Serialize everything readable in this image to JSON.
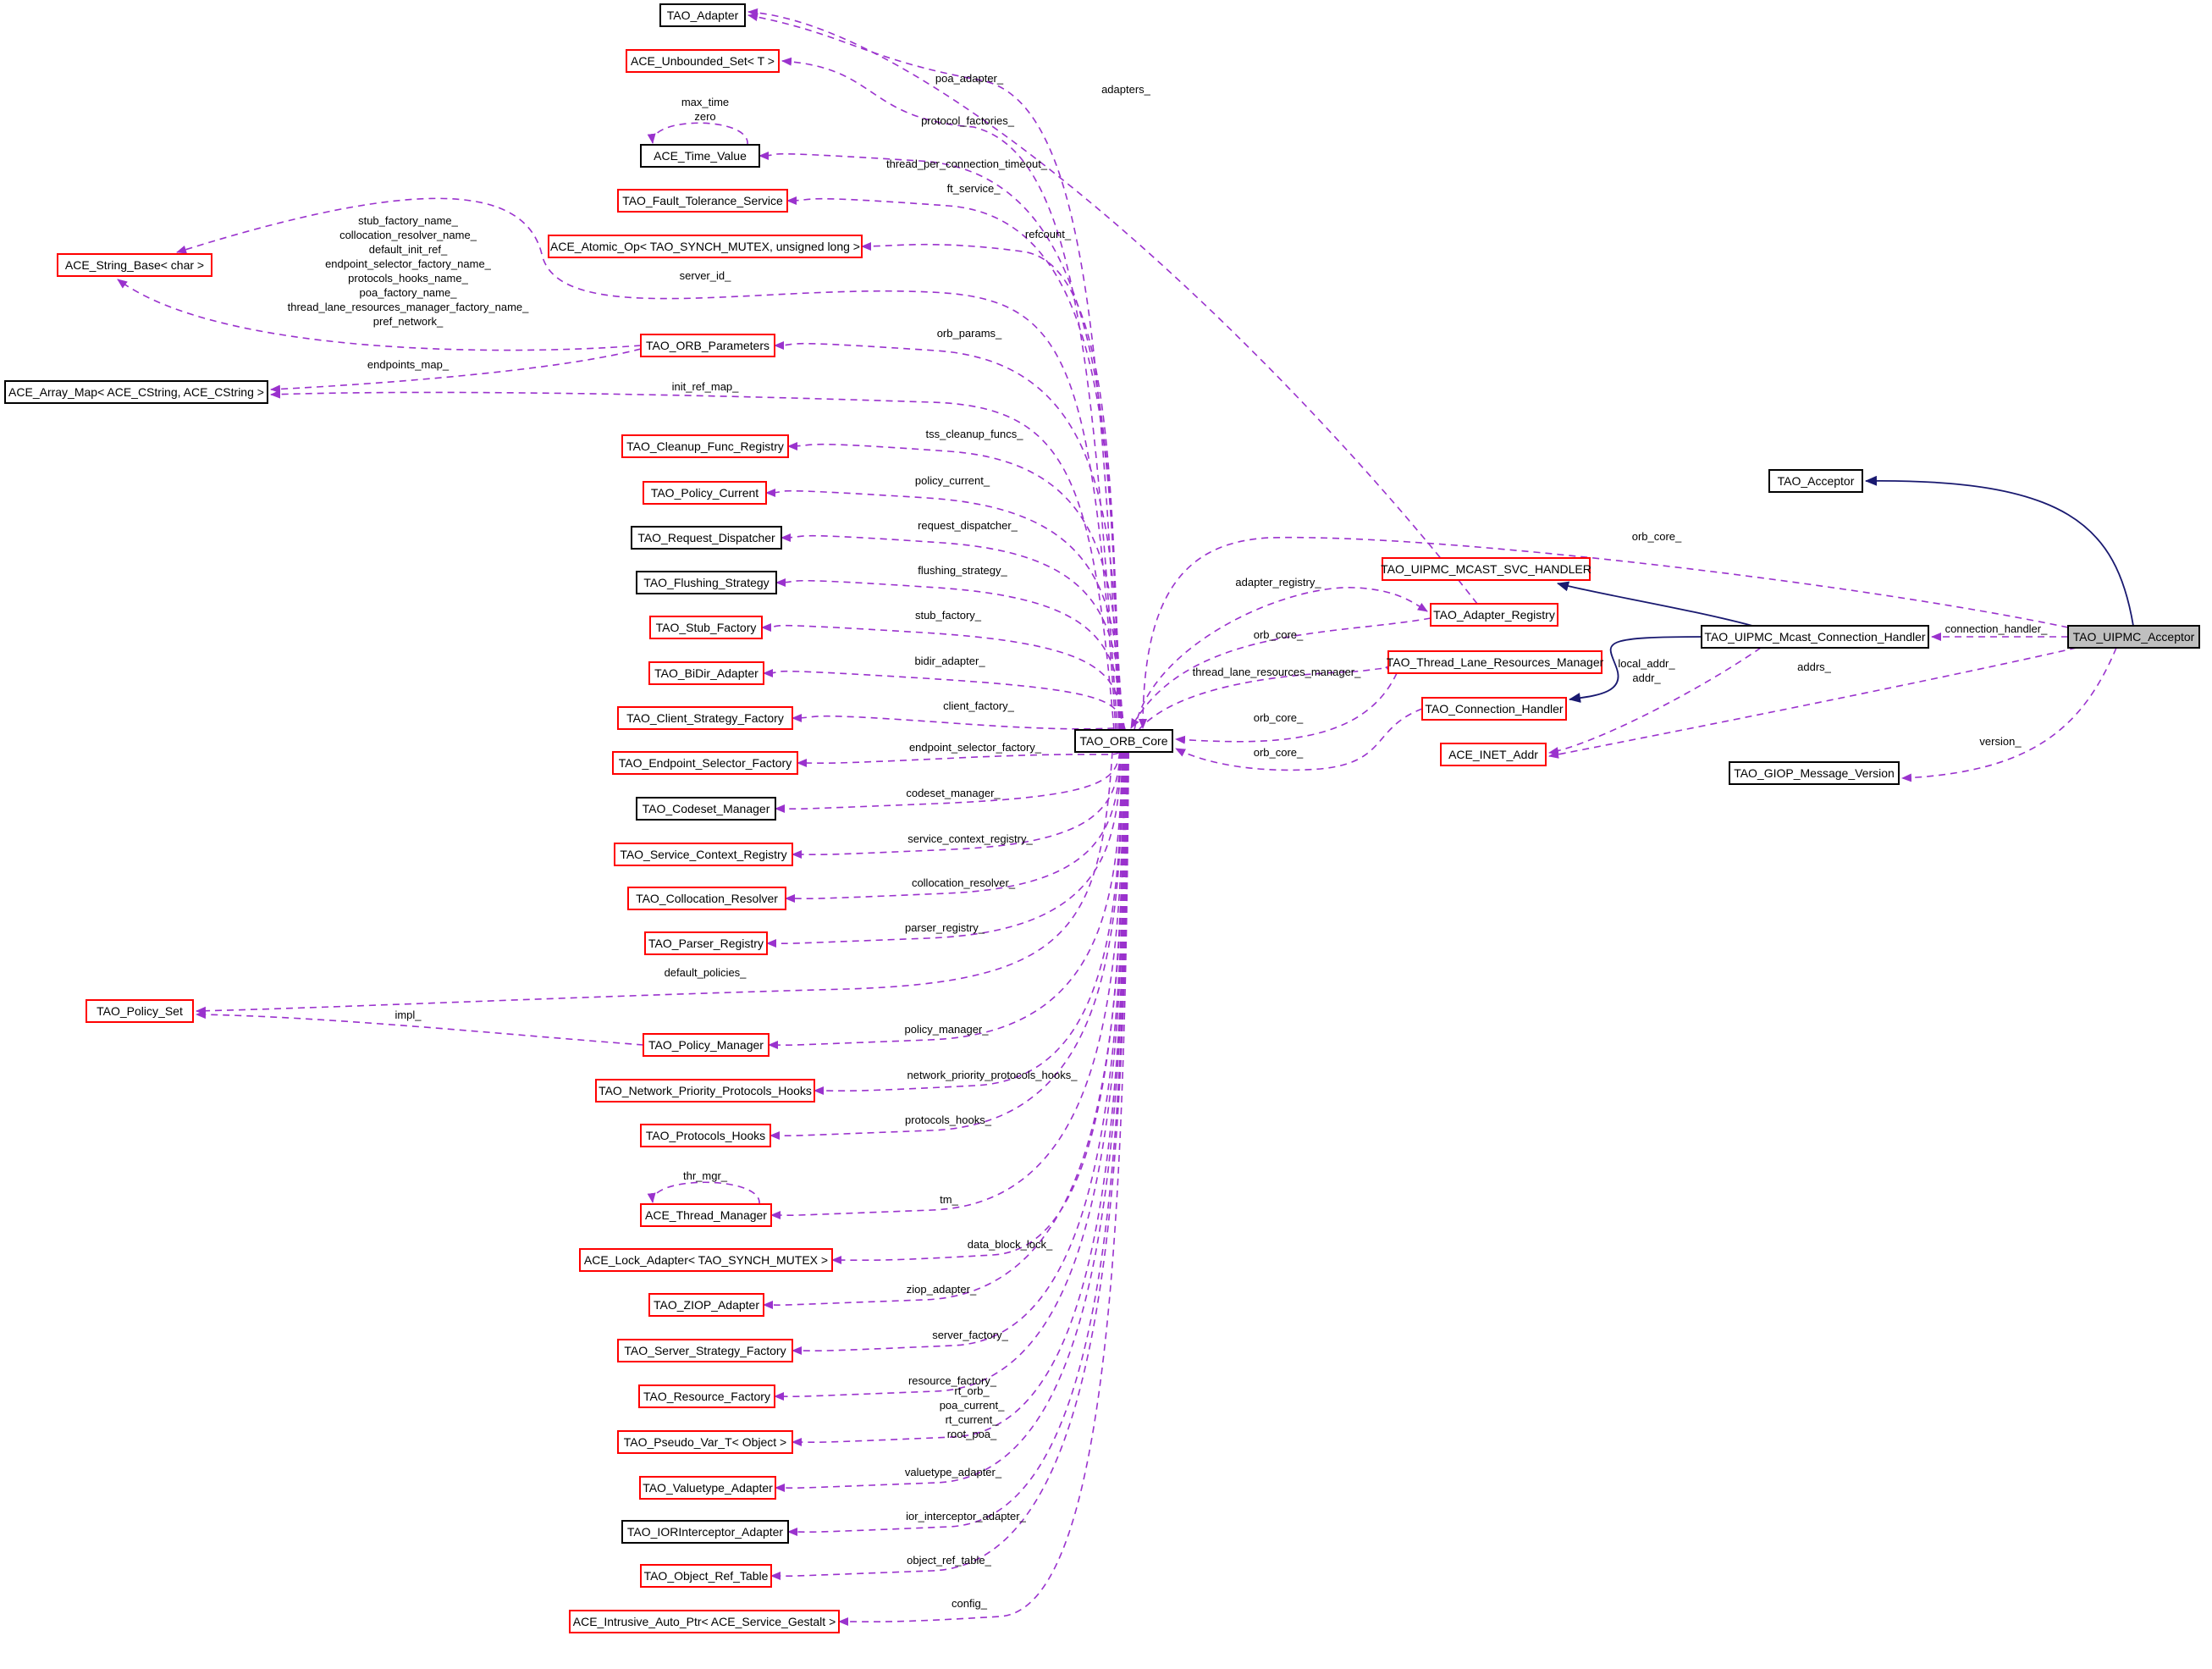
{
  "colors": {
    "collaboration_edge": "#9a32cd",
    "inheritance_edge": "#191970",
    "incomplete_node_border": "#ff0000",
    "complete_node_border": "#000000",
    "focus_node_fill": "#bfbfbf"
  },
  "nodes": {
    "tao_adapter": "TAO_Adapter",
    "ace_unbounded_set": "ACE_Unbounded_Set< T >",
    "ace_time_value": "ACE_Time_Value",
    "tao_fault_tolerance_service": "TAO_Fault_Tolerance_Service",
    "ace_atomic_op": "ACE_Atomic_Op< TAO_SYNCH_MUTEX, unsigned long >",
    "ace_string_base": "ACE_String_Base< char >",
    "tao_orb_parameters": "TAO_ORB_Parameters",
    "ace_array_map": "ACE_Array_Map< ACE_CString, ACE_CString >",
    "tao_cleanup_func_registry": "TAO_Cleanup_Func_Registry",
    "tao_policy_current": "TAO_Policy_Current",
    "tao_request_dispatcher": "TAO_Request_Dispatcher",
    "tao_flushing_strategy": "TAO_Flushing_Strategy",
    "tao_stub_factory": "TAO_Stub_Factory",
    "tao_bidir_adapter": "TAO_BiDir_Adapter",
    "tao_client_strategy_factory": "TAO_Client_Strategy_Factory",
    "tao_endpoint_selector_factory": "TAO_Endpoint_Selector_Factory",
    "tao_codeset_manager": "TAO_Codeset_Manager",
    "tao_service_context_registry": "TAO_Service_Context_Registry",
    "tao_collocation_resolver": "TAO_Collocation_Resolver",
    "tao_parser_registry": "TAO_Parser_Registry",
    "tao_policy_set": "TAO_Policy_Set",
    "tao_policy_manager": "TAO_Policy_Manager",
    "tao_network_priority_protocols_hooks": "TAO_Network_Priority_Protocols_Hooks",
    "tao_protocols_hooks": "TAO_Protocols_Hooks",
    "ace_thread_manager": "ACE_Thread_Manager",
    "ace_lock_adapter": "ACE_Lock_Adapter< TAO_SYNCH_MUTEX >",
    "tao_ziop_adapter": "TAO_ZIOP_Adapter",
    "tao_server_strategy_factory": "TAO_Server_Strategy_Factory",
    "tao_resource_factory": "TAO_Resource_Factory",
    "tao_pseudo_var_t": "TAO_Pseudo_Var_T< Object >",
    "tao_valuetype_adapter": "TAO_Valuetype_Adapter",
    "tao_iorinterceptor_adapter": "TAO_IORInterceptor_Adapter",
    "tao_object_ref_table": "TAO_Object_Ref_Table",
    "ace_intrusive_auto_ptr": "ACE_Intrusive_Auto_Ptr< ACE_Service_Gestalt >",
    "tao_orb_core": "TAO_ORB_Core",
    "tao_acceptor": "TAO_Acceptor",
    "tao_uipmc_mcast_svc_handler": "TAO_UIPMC_MCAST_SVC_HANDLER",
    "tao_adapter_registry": "TAO_Adapter_Registry",
    "tao_thread_lane_resources_manager": "TAO_Thread_Lane_Resources_Manager",
    "tao_connection_handler": "TAO_Connection_Handler",
    "ace_inet_addr": "ACE_INET_Addr",
    "tao_uipmc_mcast_connection_handler": "TAO_UIPMC_Mcast_Connection_Handler",
    "tao_uipmc_acceptor": "TAO_UIPMC_Acceptor",
    "tao_giop_message_version": "TAO_GIOP_Message_Version"
  },
  "labels": {
    "poa_adapter": "poa_adapter_",
    "adapters": "adapters_",
    "protocol_factories": "protocol_factories_",
    "max_time_zero": "max_time\nzero",
    "thread_per_connection_timeout": "thread_per_connection_timeout_",
    "ft_service": "ft_service_",
    "refcount": "refcount_",
    "string_members": "stub_factory_name_\ncollocation_resolver_name_\ndefault_init_ref_\nendpoint_selector_factory_name_\nprotocols_hooks_name_\npoa_factory_name_\nthread_lane_resources_manager_factory_name_\npref_network_",
    "server_id": "server_id_",
    "orb_params": "orb_params_",
    "endpoints_map": "endpoints_map_",
    "init_ref_map": "init_ref_map_",
    "tss_cleanup_funcs": "tss_cleanup_funcs_",
    "policy_current": "policy_current_",
    "request_dispatcher": "request_dispatcher_",
    "flushing_strategy": "flushing_strategy_",
    "stub_factory": "stub_factory_",
    "bidir_adapter": "bidir_adapter_",
    "client_factory": "client_factory_",
    "endpoint_selector_factory": "endpoint_selector_factory_",
    "codeset_manager": "codeset_manager_",
    "service_context_registry": "service_context_registry_",
    "collocation_resolver": "collocation_resolver_",
    "parser_registry": "parser_registry_",
    "default_policies": "default_policies_",
    "impl": "impl_",
    "policy_manager": "policy_manager_",
    "network_priority_protocols_hooks": "network_priority_protocols_hooks_",
    "protocols_hooks": "protocols_hooks_",
    "tm": "tm_",
    "thr_mgr": "thr_mgr_",
    "data_block_lock": "data_block_lock_",
    "ziop_adapter": "ziop_adapter_",
    "server_factory": "server_factory_",
    "resource_factory": "resource_factory_",
    "pseudo_members": "rt_orb_\npoa_current_\nrt_current_\nroot_poa_",
    "valuetype_adapter": "valuetype_adapter_",
    "ior_interceptor_adapter": "ior_interceptor_adapter_",
    "object_ref_table": "object_ref_table_",
    "config": "config_",
    "orb_core_top": "orb_core_",
    "adapter_registry": "adapter_registry_",
    "orb_core_registry": "orb_core_",
    "thread_lane_resources_manager": "thread_lane_resources_manager_",
    "orb_core_tlrm": "orb_core_",
    "orb_core_conn": "orb_core_",
    "connection_handler": "connection_handler_",
    "local_addr": "local_addr_\naddr_",
    "addrs": "addrs_",
    "version": "version_"
  }
}
